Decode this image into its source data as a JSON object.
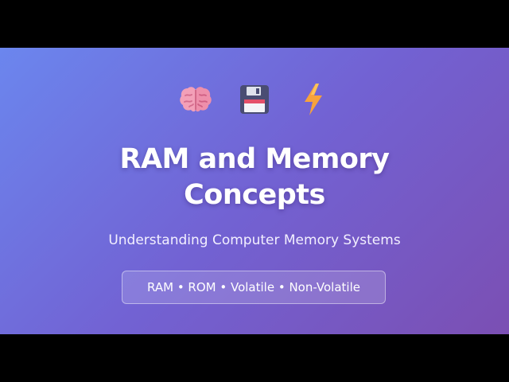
{
  "slide": {
    "icons": [
      "brain-icon",
      "floppy-disk-icon",
      "lightning-icon"
    ],
    "title_line1": "RAM and Memory",
    "title_line2": "Concepts",
    "subtitle": "Understanding Computer Memory Systems",
    "tags": "RAM • ROM • Volatile • Non-Volatile"
  },
  "colors": {
    "gradient_start": "#6b86ee",
    "gradient_end": "#7b4fb3",
    "text": "#ffffff"
  }
}
